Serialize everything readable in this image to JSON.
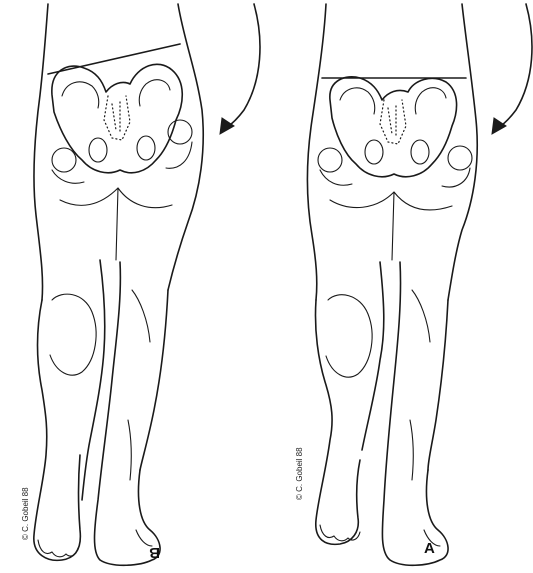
{
  "panels": [
    {
      "id": "B",
      "label": "B",
      "credit": "© C. Gobeil 88",
      "pelvic_line": "tilted"
    },
    {
      "id": "A",
      "label": "A",
      "credit": "© C. Gobeil 88",
      "pelvic_line": "level"
    }
  ],
  "colors": {
    "ink": "#1a1a1a",
    "background": "#ffffff"
  },
  "icons": [
    "curved-arrow-icon"
  ]
}
